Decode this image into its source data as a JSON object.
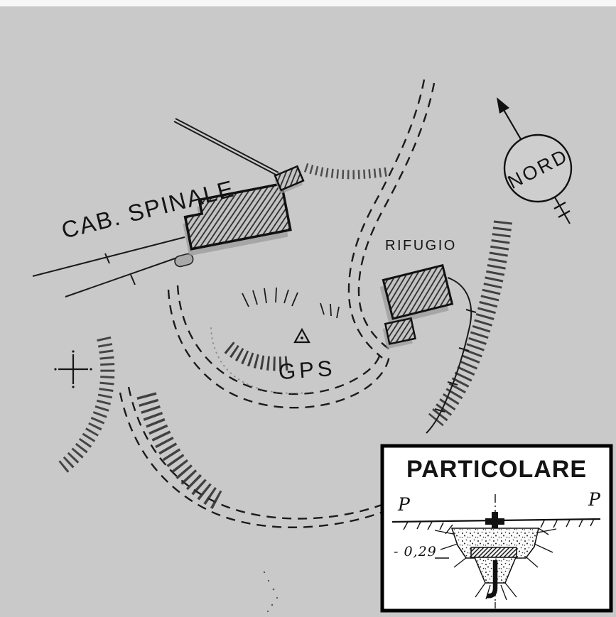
{
  "colors": {
    "background": "#c9c9c9",
    "ink": "#161616",
    "inset_background": "#ffffff",
    "building_fill": "#c3c3c3",
    "shadow": "#9a9a9a"
  },
  "labels": {
    "cab_spinale": "CAB.  SPINALE",
    "rifugio": "RIFUGIO",
    "gps": "GPS",
    "nord": "NORD"
  },
  "inset": {
    "title": "PARTICOLARE",
    "p_left": "P",
    "p_right": "P",
    "depth": "- 0,29"
  },
  "symbols": {
    "gps_point": "triangle-with-dot-survey-marker",
    "north_arrow": "arrow-through-circle",
    "buildings": "hatched-rectangles",
    "trails": "double-dashed-lines",
    "slopes": "hachure-bands"
  }
}
